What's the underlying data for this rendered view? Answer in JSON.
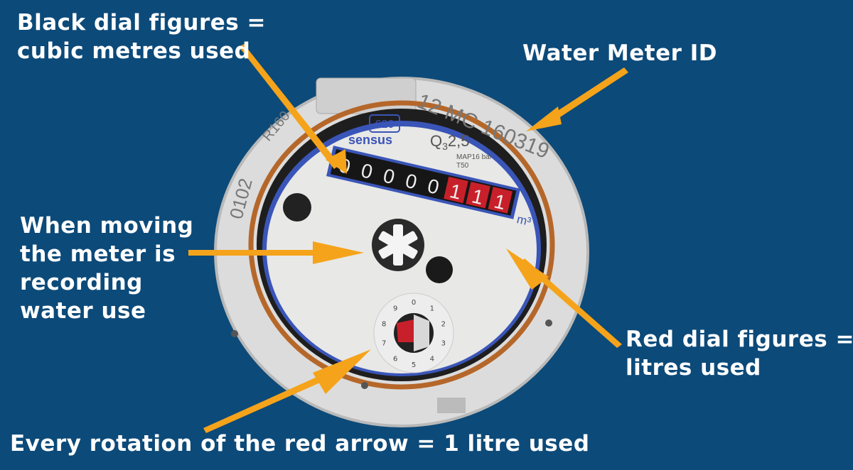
{
  "annotations": {
    "black_dial": [
      "Black dial figures =",
      "cubic metres used"
    ],
    "meter_id": "Water Meter ID",
    "moving": [
      "When moving",
      "the meter is",
      "recording",
      "water use"
    ],
    "red_dial": [
      "Red dial figures =",
      "litres used"
    ],
    "rotation": "Every rotation of the red arrow = 1 litre used"
  },
  "meter": {
    "id": "12 MC 160319",
    "side_code": "0102",
    "rating": "R160",
    "model": "620",
    "brand": "sensus",
    "q3_label": "Q",
    "q3_sub": "3",
    "q3_value": "2,5",
    "pressure": "MAP16 bar",
    "temp": "T50",
    "unit": "m³",
    "black_digits": [
      "0",
      "0",
      "0",
      "0",
      "0"
    ],
    "red_digits": [
      "1",
      "1",
      "1"
    ],
    "dial_numbers": [
      "0",
      "1",
      "2",
      "3",
      "4",
      "5",
      "6",
      "7",
      "8",
      "9"
    ]
  },
  "colors": {
    "background": "#0c4a79",
    "arrow": "#f5a31a",
    "red_dial": "#c8202a"
  }
}
